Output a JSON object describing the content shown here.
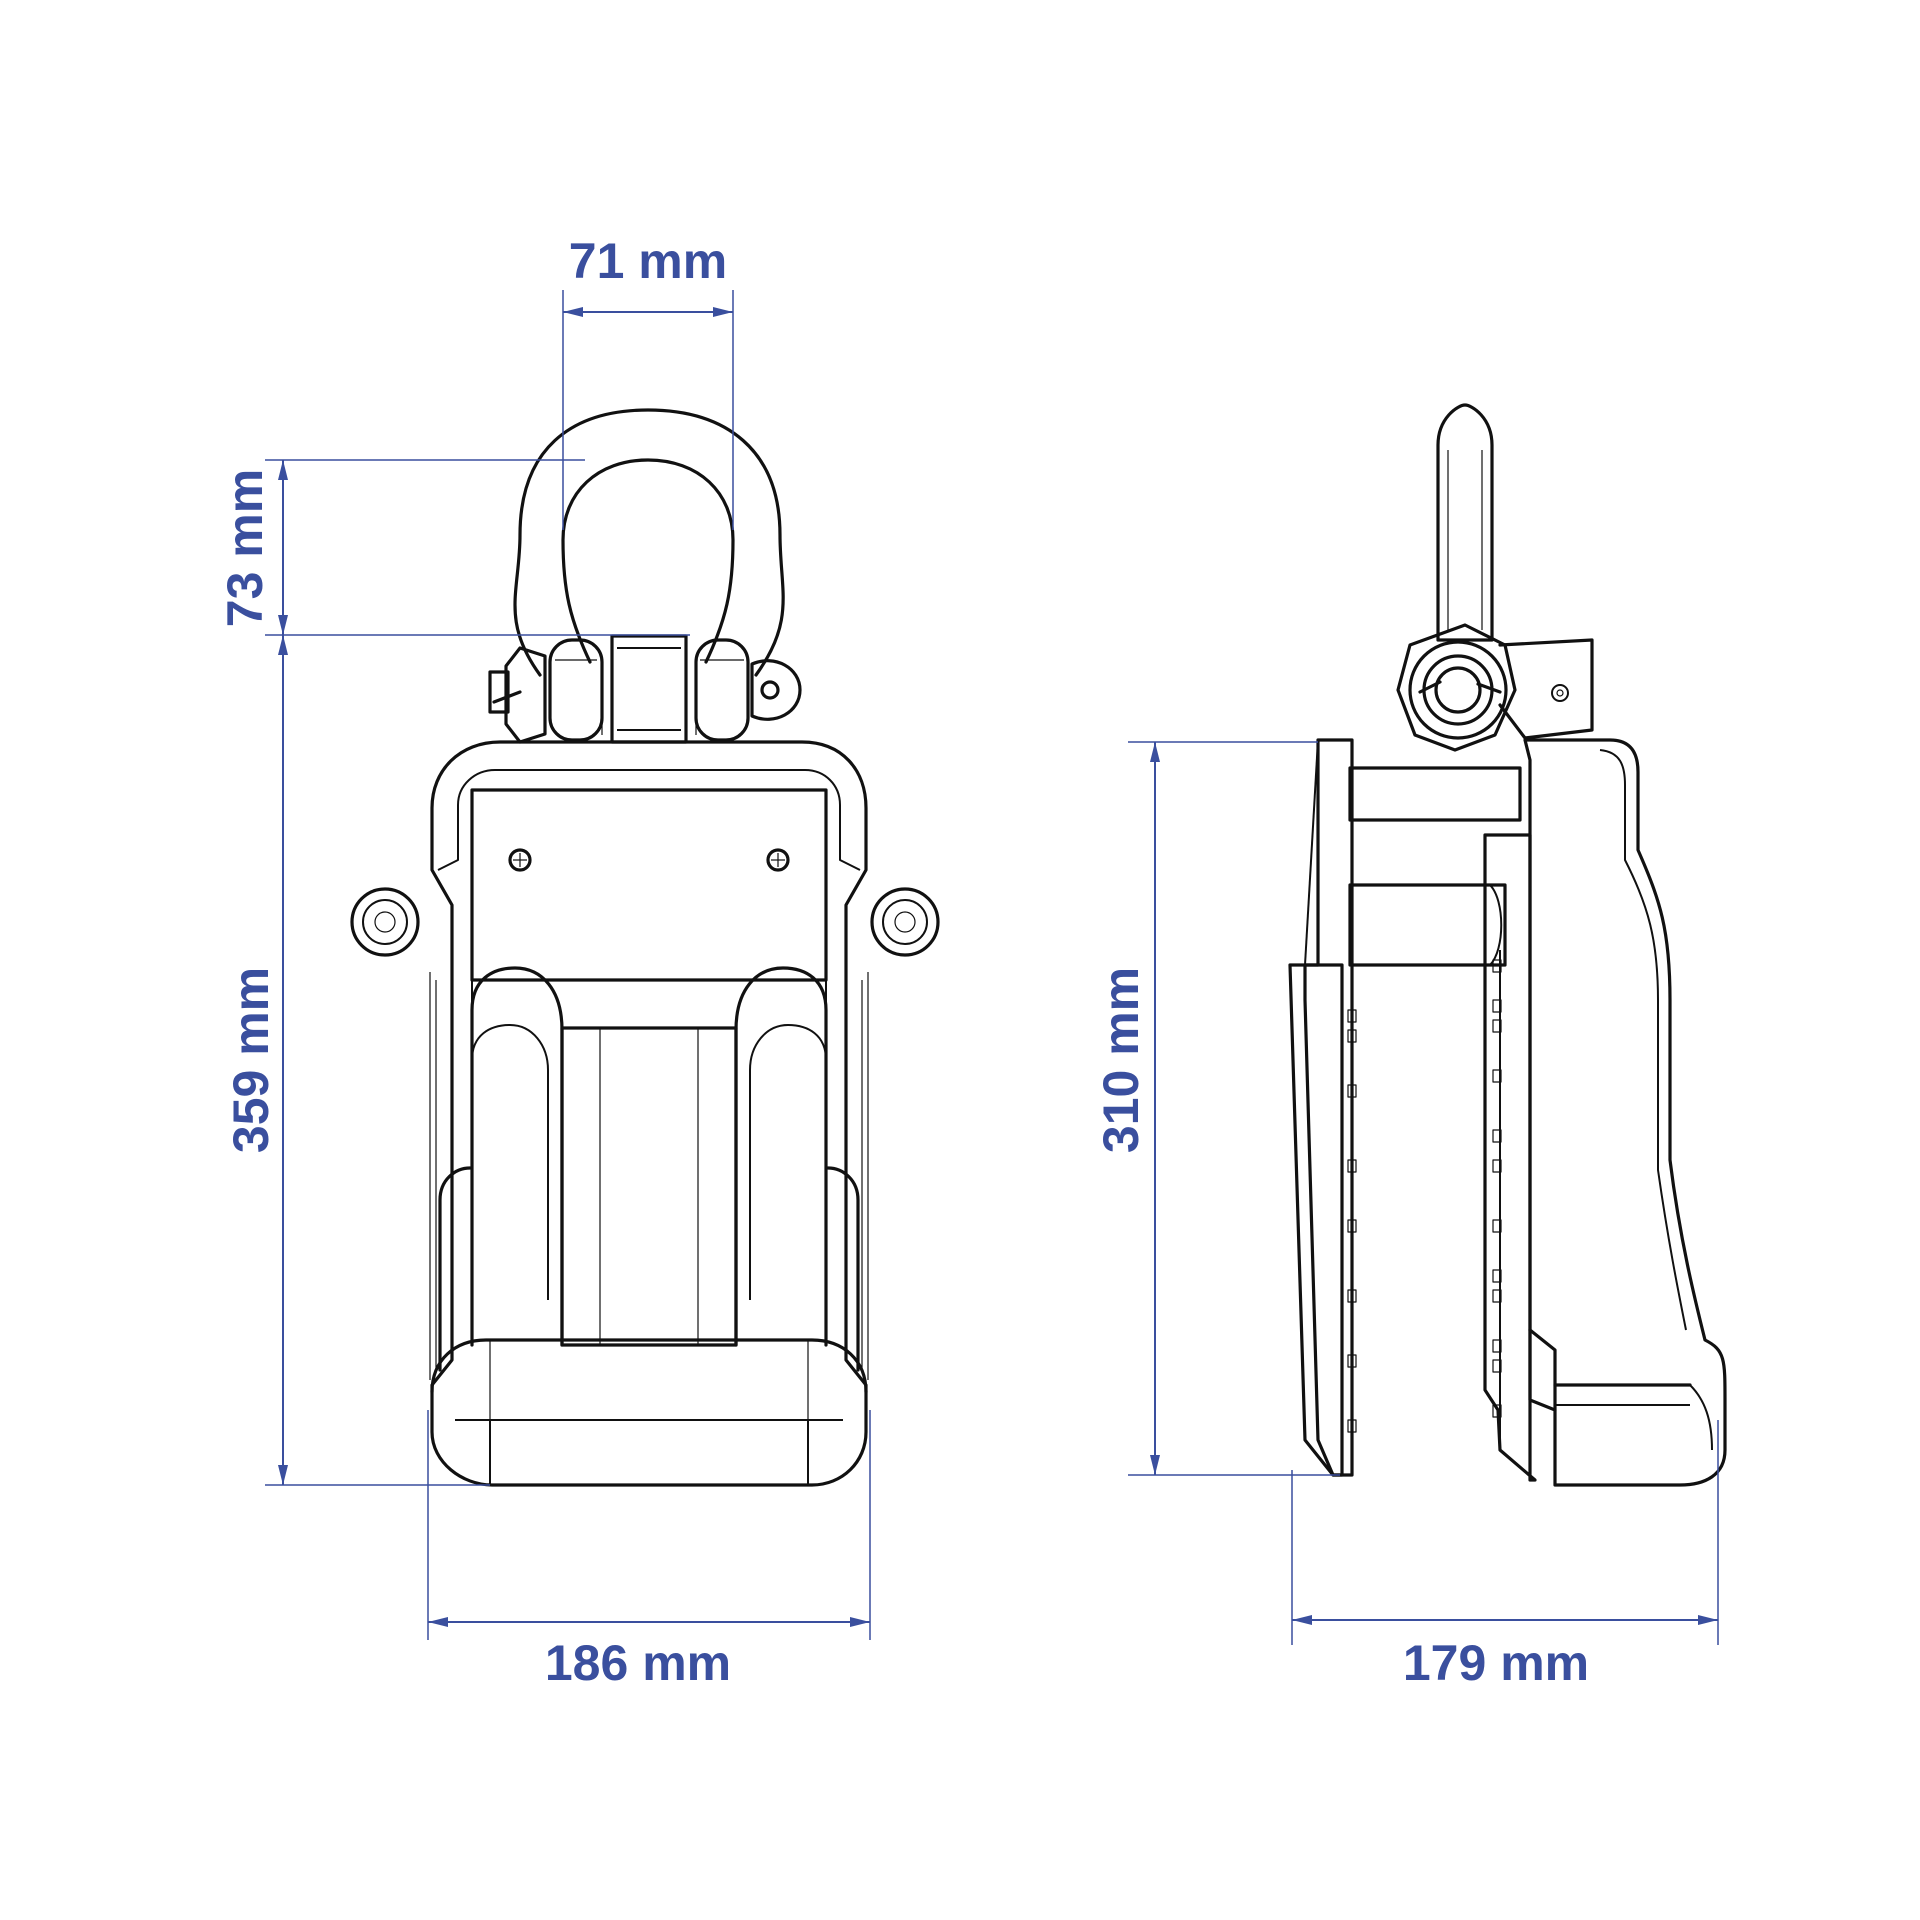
{
  "colors": {
    "dimension": "#3a4f9e",
    "linework": "#111111",
    "background": "#ffffff"
  },
  "dimensions": {
    "front_shackle_width": "71 mm",
    "front_shackle_height": "73 mm",
    "front_body_height": "359 mm",
    "front_width": "186 mm",
    "side_body_height": "310 mm",
    "side_width": "179 mm"
  }
}
